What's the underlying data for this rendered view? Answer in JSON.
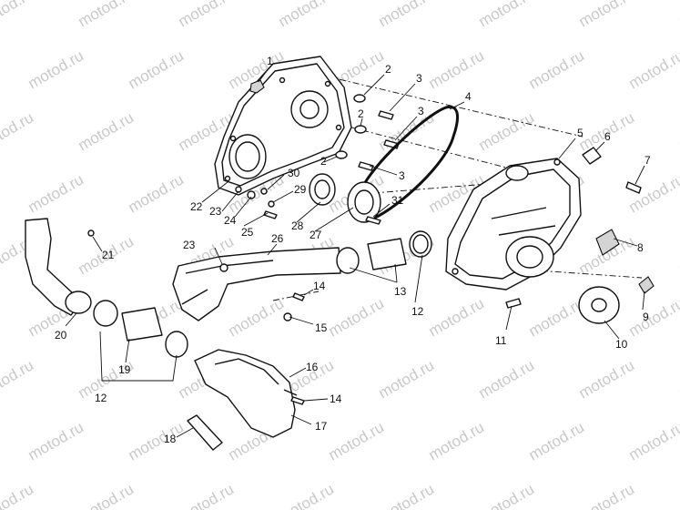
{
  "watermark": "motod.ru",
  "callouts": [
    {
      "id": "callout-1",
      "text": "1"
    },
    {
      "id": "callout-2a",
      "text": "2"
    },
    {
      "id": "callout-3a",
      "text": "3"
    },
    {
      "id": "callout-4",
      "text": "4"
    },
    {
      "id": "callout-2b",
      "text": "2"
    },
    {
      "id": "callout-3b",
      "text": "3"
    },
    {
      "id": "callout-5",
      "text": "5"
    },
    {
      "id": "callout-6",
      "text": "6"
    },
    {
      "id": "callout-2c",
      "text": "2"
    },
    {
      "id": "callout-3c",
      "text": "3"
    },
    {
      "id": "callout-7",
      "text": "7"
    },
    {
      "id": "callout-30",
      "text": "30"
    },
    {
      "id": "callout-22",
      "text": "22"
    },
    {
      "id": "callout-29",
      "text": "29"
    },
    {
      "id": "callout-31",
      "text": "31"
    },
    {
      "id": "callout-23a",
      "text": "23"
    },
    {
      "id": "callout-24",
      "text": "24"
    },
    {
      "id": "callout-28",
      "text": "28"
    },
    {
      "id": "callout-25",
      "text": "25"
    },
    {
      "id": "callout-27",
      "text": "27"
    },
    {
      "id": "callout-26",
      "text": "26"
    },
    {
      "id": "callout-23b",
      "text": "23"
    },
    {
      "id": "callout-21",
      "text": "21"
    },
    {
      "id": "callout-8",
      "text": "8"
    },
    {
      "id": "callout-13",
      "text": "13"
    },
    {
      "id": "callout-14a",
      "text": "14"
    },
    {
      "id": "callout-12a",
      "text": "12"
    },
    {
      "id": "callout-9",
      "text": "9"
    },
    {
      "id": "callout-20",
      "text": "20"
    },
    {
      "id": "callout-15",
      "text": "15"
    },
    {
      "id": "callout-11",
      "text": "11"
    },
    {
      "id": "callout-10",
      "text": "10"
    },
    {
      "id": "callout-19",
      "text": "19"
    },
    {
      "id": "callout-16",
      "text": "16"
    },
    {
      "id": "callout-12b",
      "text": "12"
    },
    {
      "id": "callout-14b",
      "text": "14"
    },
    {
      "id": "callout-17",
      "text": "17"
    },
    {
      "id": "callout-18",
      "text": "18"
    }
  ]
}
